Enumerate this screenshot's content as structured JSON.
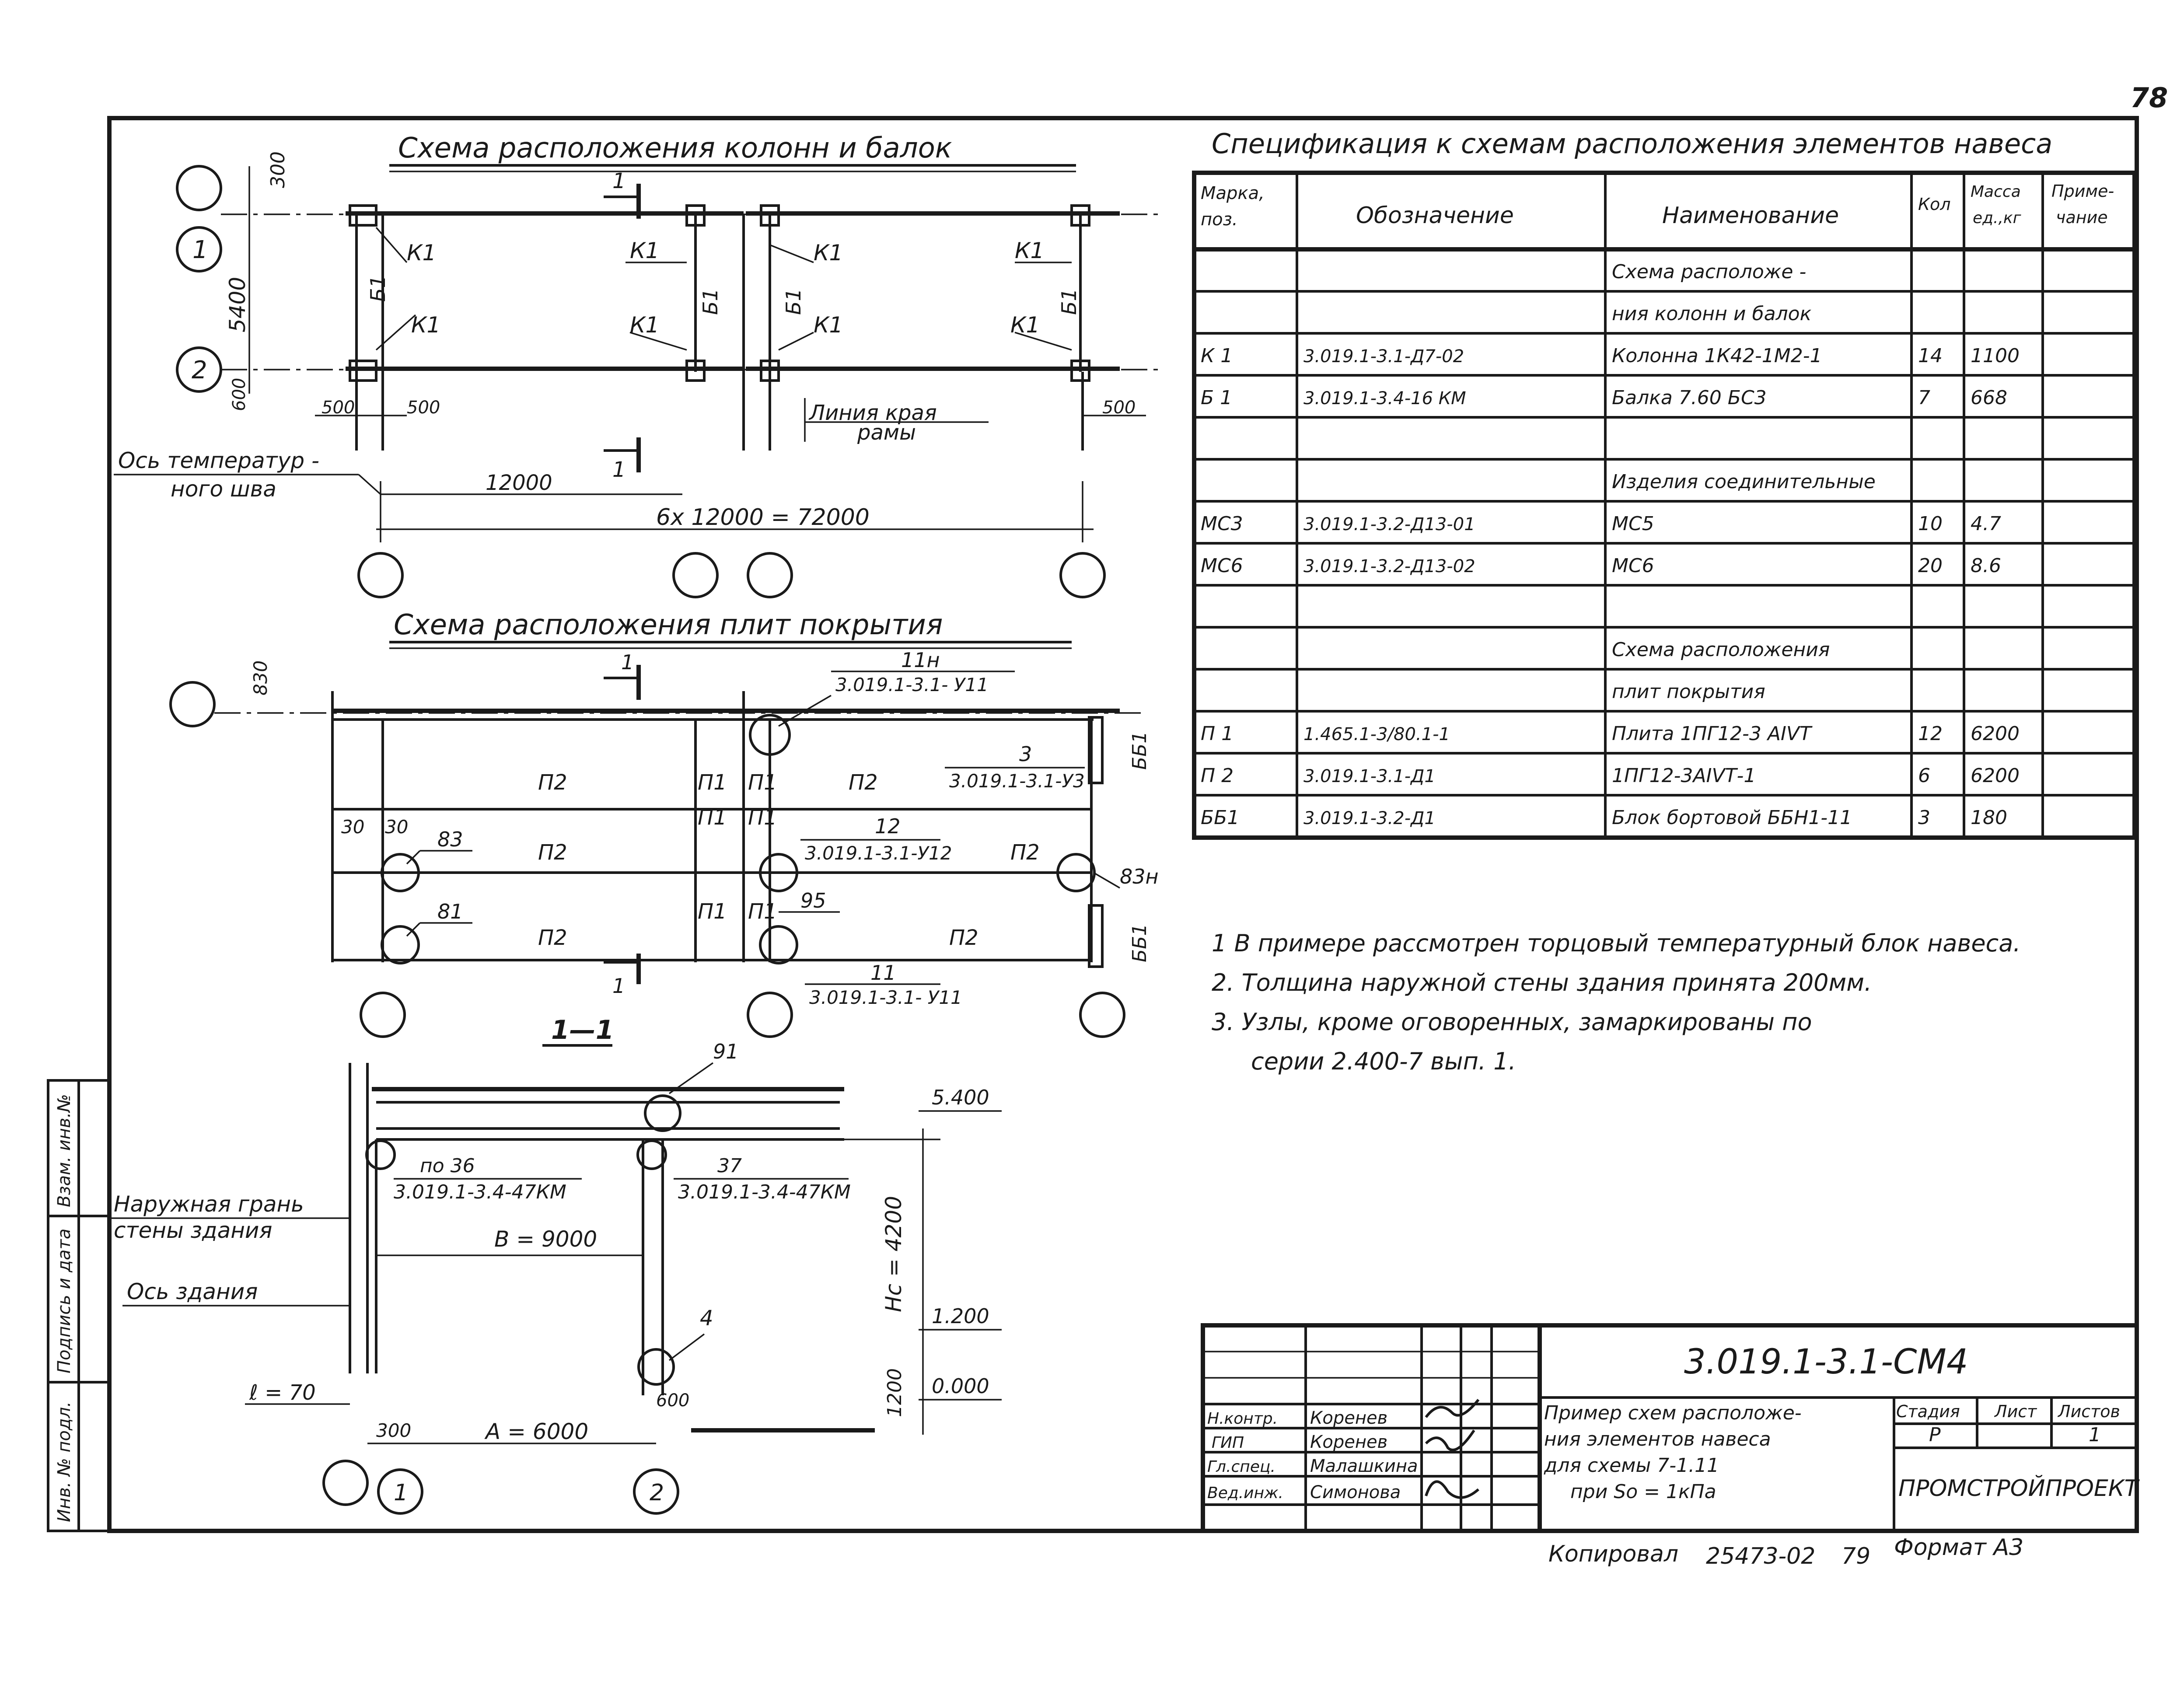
{
  "page_number": "78",
  "colors": {
    "ink": "#1a1a1a",
    "paper": "#ffffff"
  },
  "scheme_columns": {
    "title": "Схема расположения колонн и балок",
    "labels": {
      "dim_300": "300",
      "dim_5400": "5400",
      "dim_600": "600",
      "dim_500_a": "500",
      "dim_500_b": "500",
      "dim_500_c": "500",
      "axis_1": "1",
      "axis_2": "2",
      "section_1_top": "1",
      "section_1_bottom": "1",
      "k1": "К1",
      "b1": "Б1",
      "frame_edge_line1": "Линия края",
      "frame_edge_line2": "рамы",
      "temp_axis_line1": "Ось температур -",
      "temp_axis_line2": "ного шва",
      "span_12000": "12000",
      "span_total": "6х 12000 = 72000"
    }
  },
  "scheme_plates": {
    "title": "Схема расположения плит покрытия",
    "labels": {
      "dim_830": "830",
      "section_1_top": "1",
      "section_1_bottom": "1",
      "node_11n": "11н",
      "ref_3019_11": "3.019.1-3.1- У11",
      "node_3": "3",
      "ref_3019_3": "3.019.1-3.1-У3",
      "node_12": "12",
      "ref_3019_12": "3.019.1-3.1-У12",
      "node_11": "11",
      "ref_3019_11b": "3.019.1-3.1- У11",
      "p1": "П1",
      "p2": "П2",
      "bb1": "ББ1",
      "n83": "83",
      "n81": "81",
      "n83n": "83н",
      "n95": "95",
      "dim_30a": "30",
      "dim_30b": "30"
    }
  },
  "section_1_1": {
    "title": "1—1",
    "labels": {
      "node_91": "91",
      "elev_5400": "5.400",
      "elev_1200": "1.200",
      "elev_0000": "0.000",
      "node_36": "по 36",
      "node_37": "37",
      "ref_36": "3.019.1-3.4-47КМ",
      "ref_37": "3.019.1-3.4-47КМ",
      "outer_wall_line1": "Наружная грань",
      "outer_wall_line2": "стены здания",
      "building_axis": "Ось здания",
      "span_b": "В = 9000",
      "span_a": "А = 6000",
      "h_4200": "Нс = 4200",
      "dim_1200": "1200",
      "dim_600": "600",
      "dim_300": "300",
      "dim_l70": "ℓ = 70",
      "node_4": "4",
      "axis_1": "1",
      "axis_2": "2"
    }
  },
  "spec_table": {
    "title": "Спецификация к схемам расположения элементов навеса",
    "headers": [
      "Марка, поз.",
      "Обозначение",
      "Наименование",
      "Кол",
      "Масса ед.,кг",
      "Приме- чание"
    ],
    "rows": [
      [
        "",
        "",
        "Схема расположе -",
        "",
        "",
        ""
      ],
      [
        "",
        "",
        "ния колонн и балок",
        "",
        "",
        ""
      ],
      [
        "К 1",
        "3.019.1-3.1-Д7-02",
        "Колонна 1К42-1М2-1",
        "14",
        "1100",
        ""
      ],
      [
        "Б 1",
        "3.019.1-3.4-16 КМ",
        "Балка 7.60 БС3",
        "7",
        "668",
        ""
      ],
      [
        "",
        "",
        "",
        "",
        "",
        ""
      ],
      [
        "",
        "",
        "Изделия соединительные",
        "",
        "",
        ""
      ],
      [
        "МС3",
        "3.019.1-3.2-Д13-01",
        "МС5",
        "10",
        "4.7",
        ""
      ],
      [
        "МС6",
        "3.019.1-3.2-Д13-02",
        "МС6",
        "20",
        "8.6",
        ""
      ],
      [
        "",
        "",
        "",
        "",
        "",
        ""
      ],
      [
        "",
        "",
        "Схема расположения",
        "",
        "",
        ""
      ],
      [
        "",
        "",
        "плит покрытия",
        "",
        "",
        ""
      ],
      [
        "П 1",
        "1.465.1-3/80.1-1",
        "Плита 1ПГ12-3 АIVТ",
        "12",
        "6200",
        ""
      ],
      [
        "П 2",
        "3.019.1-3.1-Д1",
        "1ПГ12-3АIVТ-1",
        "6",
        "6200",
        ""
      ],
      [
        "ББ1",
        "3.019.1-3.2-Д1",
        "Блок бортовой ББН1-11",
        "3",
        "180",
        ""
      ]
    ]
  },
  "notes": [
    "1  В примере рассмотрен торцовый температурный блок навеса.",
    "2. Толщина наружной стены здания принята 200мм.",
    "3. Узлы, кроме оговоренных, замаркированы по",
    "серии 2.400-7 вып. 1."
  ],
  "title_block": {
    "code": "3.019.1-3.1-СМ4",
    "description": [
      "Пример схем расположе-",
      "ния элементов навеса",
      "для схемы 7-1.11",
      "при Sо = 1кПа"
    ],
    "stage_header": "Стадия",
    "sheet_header": "Лист",
    "sheets_header": "Листов",
    "stage": "Р",
    "sheet": "",
    "sheets": "1",
    "organization": "ПРОМСТРОЙПРОЕКТ",
    "roles": [
      {
        "role": "Н.контр.",
        "name": "Коренев"
      },
      {
        "role": "ГИП",
        "name": "Коренев"
      },
      {
        "role": "Гл.спец.",
        "name": "Малашкина"
      },
      {
        "role": "Вед.инж.",
        "name": "Симонова"
      }
    ]
  },
  "side_stamp": [
    "Инв. № подл.",
    "Подпись и дата",
    "Взам. инв.№"
  ],
  "footer": {
    "copied": "Копировал",
    "number": "25473-02",
    "page": "79",
    "format": "Формат А3"
  }
}
